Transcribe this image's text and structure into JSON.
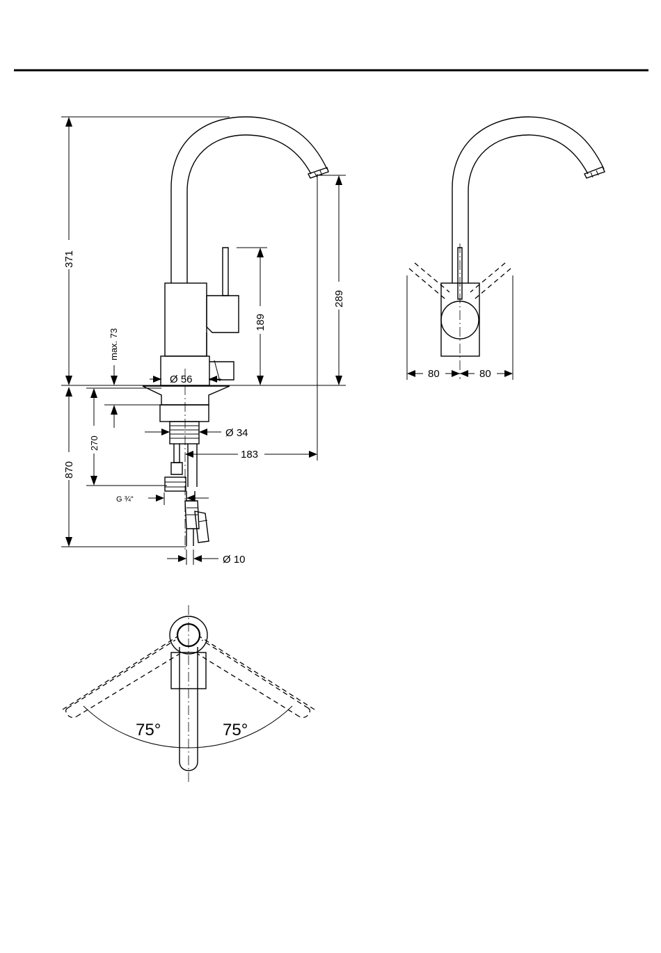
{
  "dimensions": {
    "total_height": "371",
    "deck_thickness": "max. 73",
    "below_deck": "870",
    "tail_length": "270",
    "base_diameter": "Ø 56",
    "thread_diameter": "Ø 34",
    "spout_reach": "183",
    "spout_height": "289",
    "lever_height": "189",
    "connection": "G ¾\"",
    "hose_diameter": "Ø 10",
    "side_left": "80",
    "side_right": "80"
  },
  "angles": {
    "left": "75°",
    "right": "75°"
  }
}
